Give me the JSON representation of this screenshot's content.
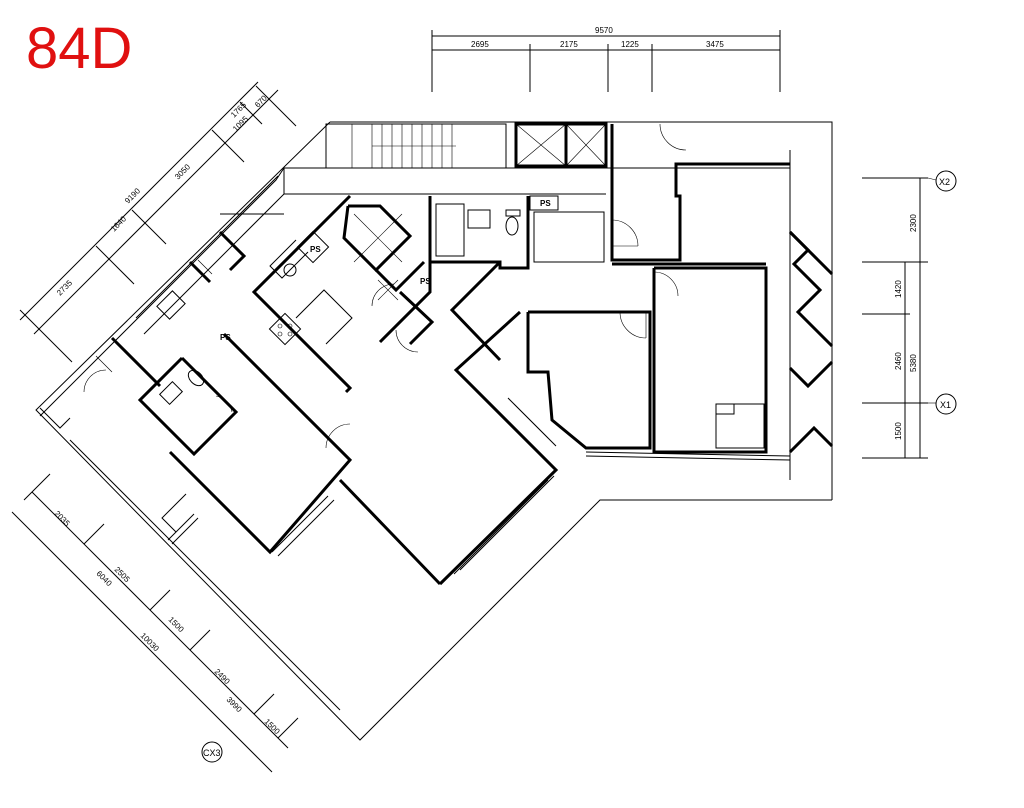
{
  "title": "84D",
  "top_dims": {
    "total": "9570",
    "segments": [
      "2695",
      "2175",
      "1225",
      "3475"
    ]
  },
  "right_dims": {
    "total": "5380",
    "segments": [
      "2300",
      "1420",
      "2460",
      "1500"
    ]
  },
  "upper_left_dims": {
    "total": "9190",
    "segments": [
      "2735",
      "1640",
      "3050",
      "1095",
      "1765",
      "670"
    ]
  },
  "lower_left_dims": {
    "total": "10030",
    "sub_total": "6040",
    "segments": [
      "2035",
      "2505",
      "1500",
      "2490",
      "3990",
      "1500"
    ]
  },
  "axis_labels": {
    "x2": "X2",
    "x1": "X1",
    "cx3": "CX3"
  },
  "ps_label": "PS"
}
